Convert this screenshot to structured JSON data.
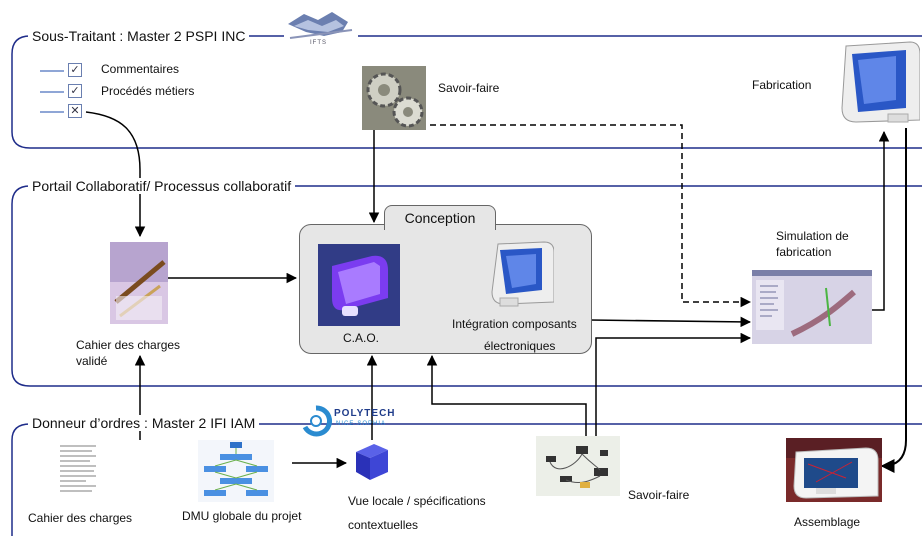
{
  "zones": {
    "sous_traitant": "Sous-Traitant : Master 2 PSPI INC",
    "portail": "Portail Collaboratif/ Processus collaboratif",
    "donneur": "Donneur d’ordres : Master 2 IFI IAM"
  },
  "checklist": [
    "Commentaires",
    "Procédés métiers",
    ""
  ],
  "nodes": {
    "savoir_faire_top": "Savoir-faire",
    "fabrication": "Fabrication",
    "conception": "Conception",
    "cao": "C.A.O.",
    "integration_line1": "Intégration  composants",
    "integration_line2": "électroniques",
    "simulation_line1": "Simulation de",
    "simulation_line2": "fabrication",
    "cahier_valide_line1": "Cahier des charges",
    "cahier_valide_line2": "validé",
    "cahier": "Cahier des charges",
    "dmu": "DMU globale du projet",
    "vue_locale_line1": "Vue locale / spécifications",
    "vue_locale_line2": "contextuelles",
    "savoir_faire_bottom": "Savoir-faire",
    "assemblage": "Assemblage"
  },
  "logos": {
    "polytech": "POLYTECH",
    "polytech_sub": "NICE-SOPHIA",
    "ifts": "IFTS"
  },
  "colors": {
    "frame": "#1f2d8a",
    "wire": "#000000",
    "accent_purple": "#6b2fd6",
    "accent_blue": "#2f57c8"
  }
}
